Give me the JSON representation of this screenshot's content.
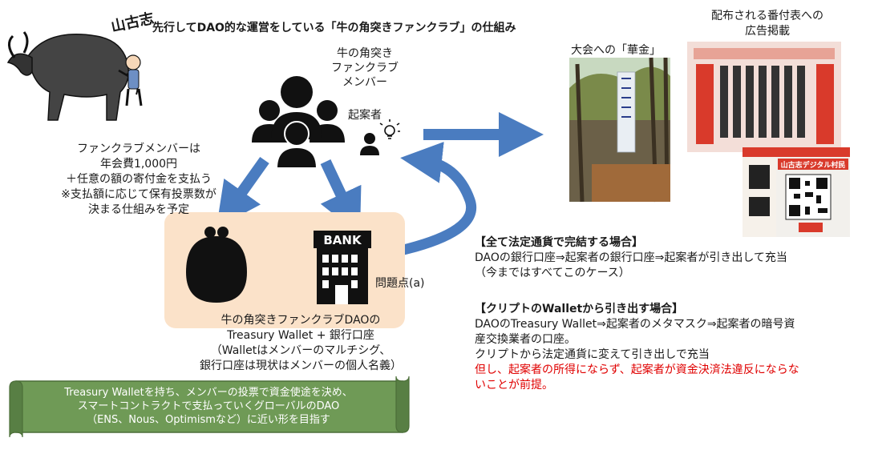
{
  "title": "先行してDAO的な運営をしている「牛の角突きファンクラブ」の仕組み",
  "logo_text": "山古志",
  "members_label_lines": [
    "牛の角突き",
    "ファンクラブ",
    "メンバー"
  ],
  "proposer_label": "起案者",
  "fee_lines": [
    "ファンクラブメンバーは",
    "年会費1,000円",
    "＋任意の額の寄付金を支払う",
    "※支払額に応じて保有投票数が",
    "決まる仕組みを予定"
  ],
  "bank_sign": "BANK",
  "issue_label": "問題点(a)",
  "dao_lines": [
    "牛の角突きファンクラブDAOの",
    "Treasury Wallet + 銀行口座",
    "（Walletはメンバーのマルチシグ、",
    "銀行口座は現状はメンバーの個人名義）"
  ],
  "scroll_lines": [
    "Treasury Walletを持ち、メンバーの投票で資金使途を決め、",
    "スマートコントラクトで支払っていくグローバルのDAO",
    "（ENS、Nous、Optimismなど）に近い形を目指す"
  ],
  "photo_label": "大会への「華金」",
  "ad_label_lines": [
    "配布される番付表への",
    "広告掲載"
  ],
  "ad_sign_text": "山古志デジタル村民",
  "section1": {
    "title": "【全て法定通貨で完結する場合】",
    "lines": [
      "DAOの銀行口座⇒起案者の銀行口座⇒起案者が引き出して充当",
      "（今まではすべてこのケース）"
    ]
  },
  "section2": {
    "title": "【クリプトのWalletから引き出す場合】",
    "lines": [
      "DAOのTreasury Wallet⇒起案者のメタマスク⇒起案者の暗号資",
      "産交換業者の口座。",
      "クリプトから法定通貨に変えて引き出しで充当"
    ],
    "warning_lines": [
      "但し、起案者の所得にならず、起案者が資金決済法違反にならな",
      "いことが前提。"
    ]
  },
  "colors": {
    "arrow_blue": "#4a7cc0",
    "box_orange": "#fbe2c9",
    "scroll_green": "#6f9a56",
    "warning_red": "#e00000",
    "icon_black": "#111111"
  }
}
